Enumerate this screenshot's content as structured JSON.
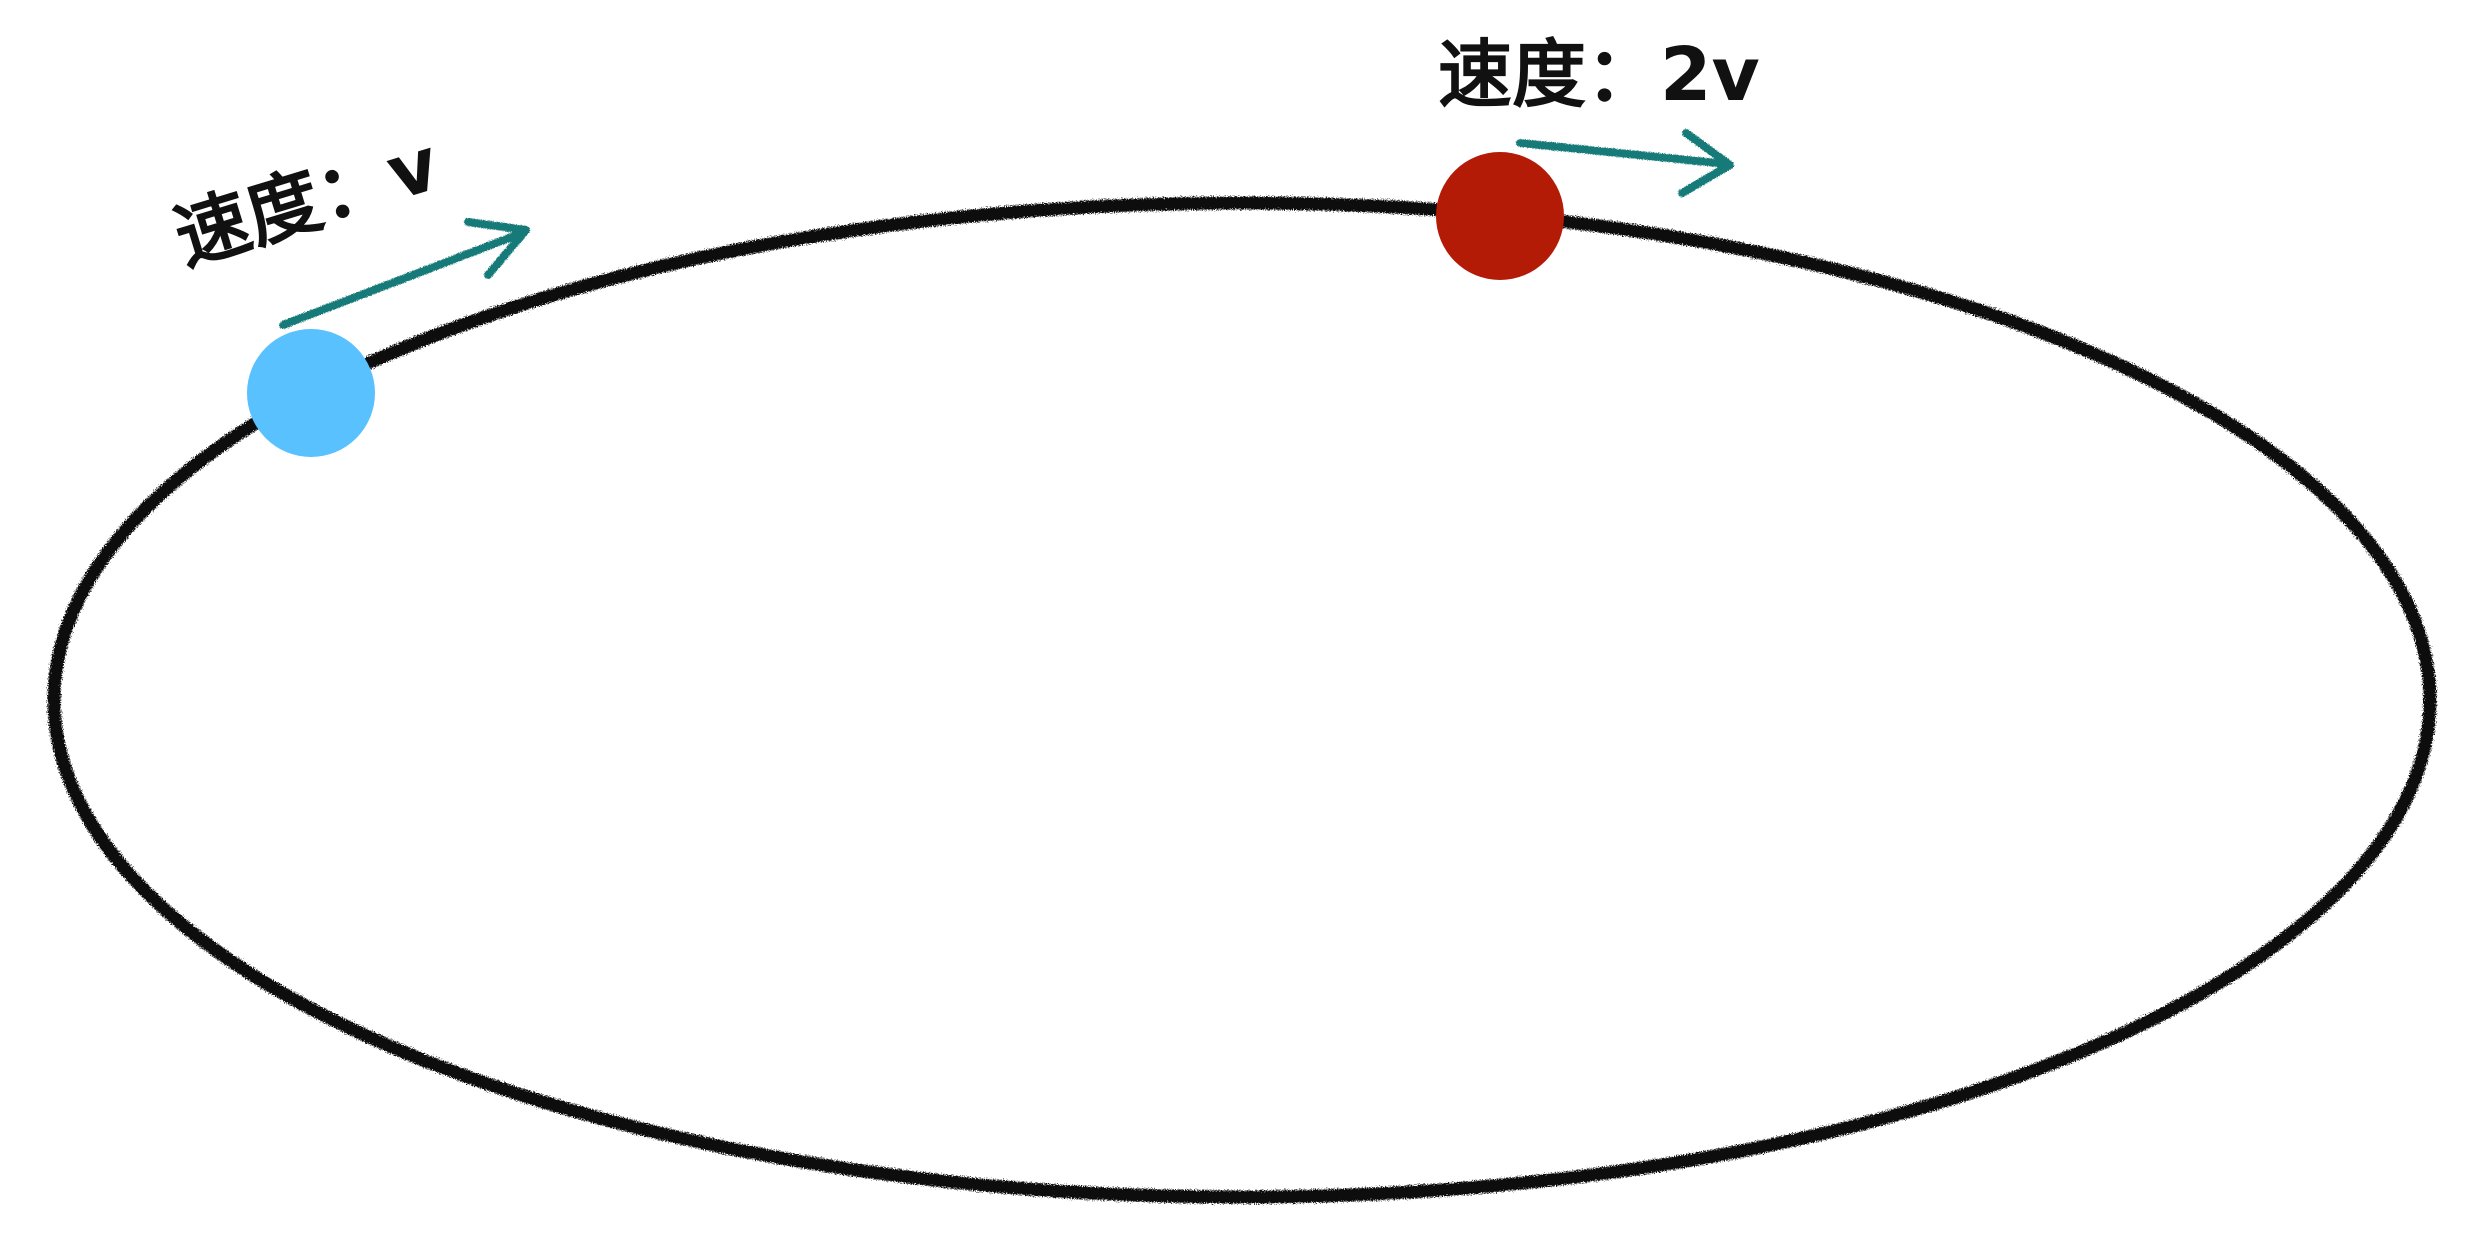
{
  "colors": {
    "background": "#ffffff",
    "track": "#111111",
    "ball_slow": "#5ac1ff",
    "ball_fast": "#b31b07",
    "arrow": "#137a78",
    "text": "#111111"
  },
  "track": {
    "shape": "ellipse"
  },
  "balls": [
    {
      "label": "速度：v",
      "speed_multiplier": 1,
      "color": "#5ac1ff"
    },
    {
      "label": "速度：2v",
      "speed_multiplier": 2,
      "color": "#b31b07"
    }
  ],
  "icons": {
    "arrow": "arrow-right-icon",
    "ball": "circle-icon"
  }
}
